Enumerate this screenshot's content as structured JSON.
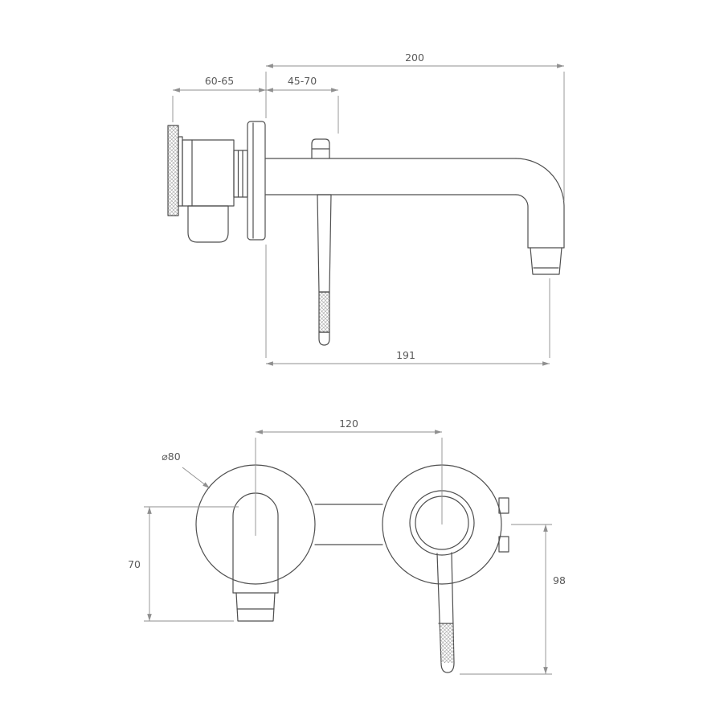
{
  "colors": {
    "bg": "#ffffff",
    "line": "#4f4f4f",
    "dim": "#8f8f8f",
    "text": "#5a5a5a",
    "knurl": "#9a9a9a"
  },
  "drawing": {
    "side_view": {
      "dim_overall_length": "200",
      "dim_wall_depth": "60-65",
      "dim_handle_offset": "45-70",
      "dim_spout_reach": "191"
    },
    "front_view": {
      "dim_centers_distance": "120",
      "dim_escutcheon_diameter": "⌀80",
      "dim_spout_outlet_drop": "70",
      "dim_handle_length": "98"
    }
  }
}
